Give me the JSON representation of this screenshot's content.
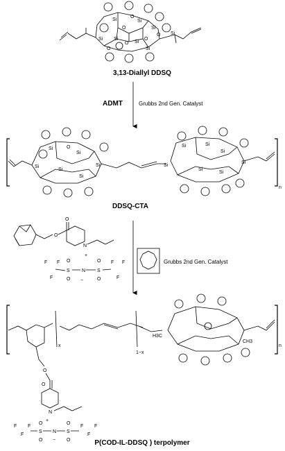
{
  "atoms": {
    "si": "Si",
    "o": "O",
    "n": "N",
    "s": "S",
    "f": "F",
    "h3c": "H3C",
    "ch3": "CH3",
    "plus": "+",
    "minus": "−"
  },
  "labels": {
    "monomer": "3,13-Diallyl DDSQ",
    "reagent1": "ADMT",
    "catalyst1": "Grubbs 2nd Gen. Catalyst",
    "product1": "DDSQ-CTA",
    "catalyst2": "Grubbs 2nd Gen. Catalyst",
    "product2": "P(COD-IL-DDSQ ) terpolymer",
    "x": "x",
    "one_minus_x": "1−x",
    "n": "n"
  },
  "colors": {
    "line": "#000000",
    "background": "#ffffff"
  }
}
